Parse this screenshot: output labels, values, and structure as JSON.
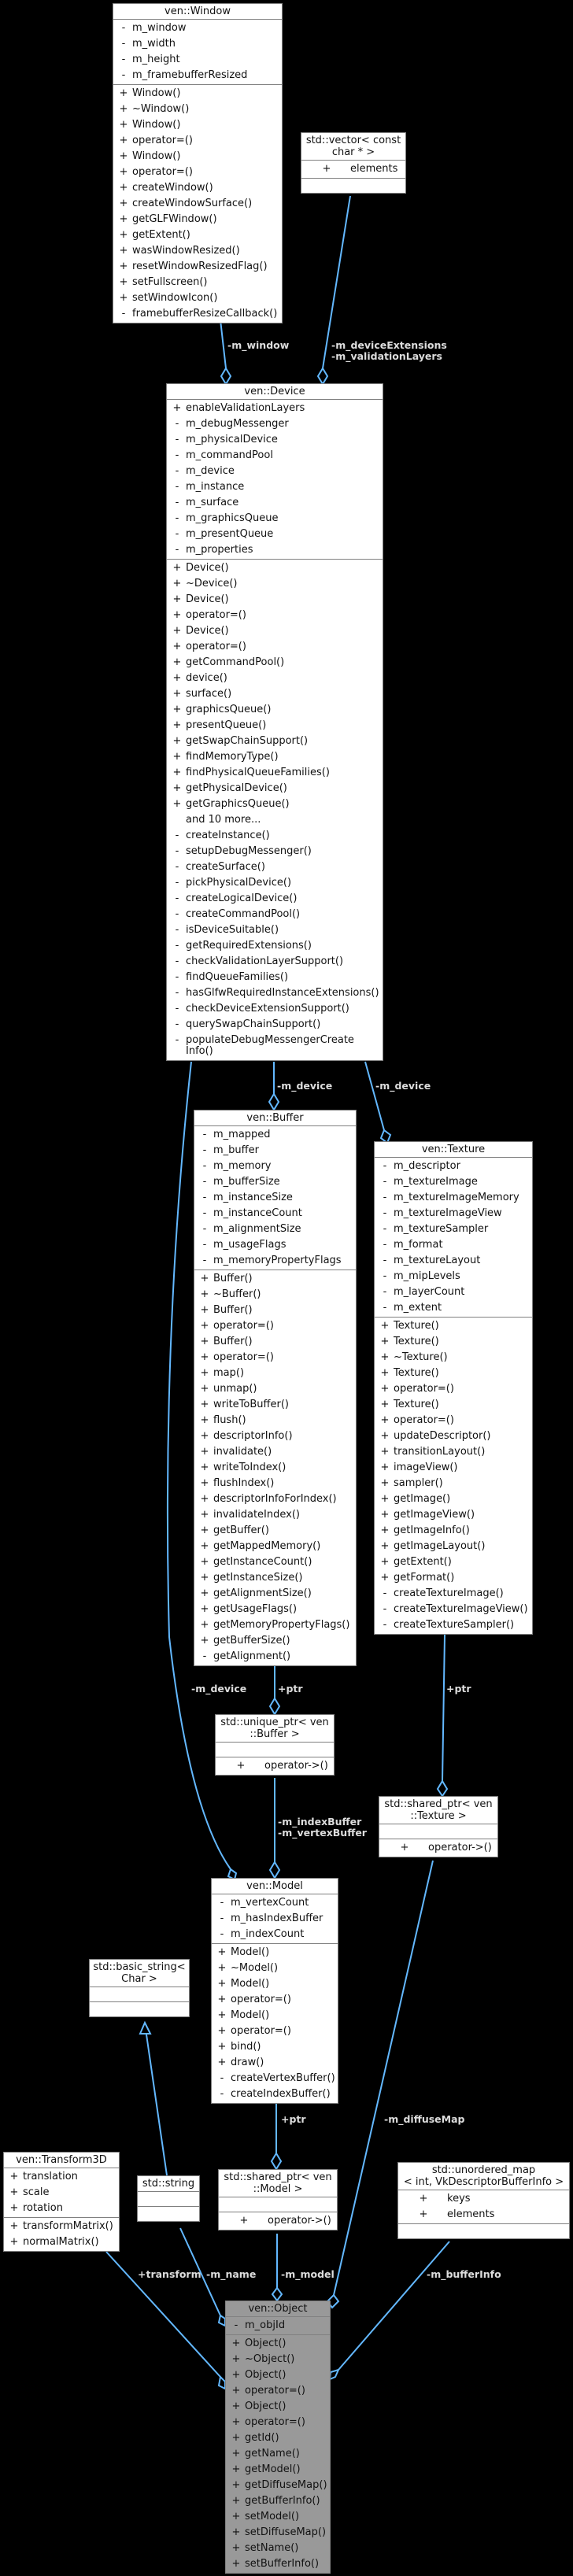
{
  "diagram": {
    "type": "collaboration",
    "edge_color": "#63b8ff",
    "focus_class": "ven::Object",
    "focus_fill": "#999999"
  },
  "classes": {
    "window": {
      "title": "ven::Window",
      "attributes": [
        {
          "vis": "-",
          "name": "m_window"
        },
        {
          "vis": "-",
          "name": "m_width"
        },
        {
          "vis": "-",
          "name": "m_height"
        },
        {
          "vis": "-",
          "name": "m_framebufferResized"
        }
      ],
      "methods": [
        {
          "vis": "+",
          "name": "Window()"
        },
        {
          "vis": "+",
          "name": "~Window()"
        },
        {
          "vis": "+",
          "name": "Window()"
        },
        {
          "vis": "+",
          "name": "operator=()"
        },
        {
          "vis": "+",
          "name": "Window()"
        },
        {
          "vis": "+",
          "name": "operator=()"
        },
        {
          "vis": "+",
          "name": "createWindow()"
        },
        {
          "vis": "+",
          "name": "createWindowSurface()"
        },
        {
          "vis": "+",
          "name": "getGLFWindow()"
        },
        {
          "vis": "+",
          "name": "getExtent()"
        },
        {
          "vis": "+",
          "name": "wasWindowResized()"
        },
        {
          "vis": "+",
          "name": "resetWindowResizedFlag()"
        },
        {
          "vis": "+",
          "name": "setFullscreen()"
        },
        {
          "vis": "+",
          "name": "setWindowIcon()"
        },
        {
          "vis": "-",
          "name": "framebufferResizeCallback()"
        }
      ]
    },
    "vector": {
      "title": "std::vector< const\nchar * >",
      "attributes": [
        {
          "vis": "+",
          "name": "elements"
        }
      ],
      "methods": []
    },
    "device": {
      "title": "ven::Device",
      "attributes": [
        {
          "vis": "+",
          "name": "enableValidationLayers"
        },
        {
          "vis": "-",
          "name": "m_debugMessenger"
        },
        {
          "vis": "-",
          "name": "m_physicalDevice"
        },
        {
          "vis": "-",
          "name": "m_commandPool"
        },
        {
          "vis": "-",
          "name": "m_device"
        },
        {
          "vis": "-",
          "name": "m_instance"
        },
        {
          "vis": "-",
          "name": "m_surface"
        },
        {
          "vis": "-",
          "name": "m_graphicsQueue"
        },
        {
          "vis": "-",
          "name": "m_presentQueue"
        },
        {
          "vis": "-",
          "name": "m_properties"
        }
      ],
      "methods": [
        {
          "vis": "+",
          "name": "Device()"
        },
        {
          "vis": "+",
          "name": "~Device()"
        },
        {
          "vis": "+",
          "name": "Device()"
        },
        {
          "vis": "+",
          "name": "operator=()"
        },
        {
          "vis": "+",
          "name": "Device()"
        },
        {
          "vis": "+",
          "name": "operator=()"
        },
        {
          "vis": "+",
          "name": "getCommandPool()"
        },
        {
          "vis": "+",
          "name": "device()"
        },
        {
          "vis": "+",
          "name": "surface()"
        },
        {
          "vis": "+",
          "name": "graphicsQueue()"
        },
        {
          "vis": "+",
          "name": "presentQueue()"
        },
        {
          "vis": "+",
          "name": "getSwapChainSupport()"
        },
        {
          "vis": "+",
          "name": "findMemoryType()"
        },
        {
          "vis": "+",
          "name": "findPhysicalQueueFamilies()"
        },
        {
          "vis": "+",
          "name": "getPhysicalDevice()"
        },
        {
          "vis": "+",
          "name": "getGraphicsQueue()"
        },
        {
          "vis": "",
          "name": "and 10 more..."
        },
        {
          "vis": "-",
          "name": "createInstance()"
        },
        {
          "vis": "-",
          "name": "setupDebugMessenger()"
        },
        {
          "vis": "-",
          "name": "createSurface()"
        },
        {
          "vis": "-",
          "name": "pickPhysicalDevice()"
        },
        {
          "vis": "-",
          "name": "createLogicalDevice()"
        },
        {
          "vis": "-",
          "name": "createCommandPool()"
        },
        {
          "vis": "-",
          "name": "isDeviceSuitable()"
        },
        {
          "vis": "-",
          "name": "getRequiredExtensions()"
        },
        {
          "vis": "-",
          "name": "checkValidationLayerSupport()"
        },
        {
          "vis": "-",
          "name": "findQueueFamilies()"
        },
        {
          "vis": "-",
          "name": "hasGlfwRequiredInstanceExtensions()"
        },
        {
          "vis": "-",
          "name": "checkDeviceExtensionSupport()"
        },
        {
          "vis": "-",
          "name": "querySwapChainSupport()"
        },
        {
          "vis": "-",
          "name": "populateDebugMessengerCreate\nInfo()"
        }
      ]
    },
    "buffer": {
      "title": "ven::Buffer",
      "attributes": [
        {
          "vis": "-",
          "name": "m_mapped"
        },
        {
          "vis": "-",
          "name": "m_buffer"
        },
        {
          "vis": "-",
          "name": "m_memory"
        },
        {
          "vis": "-",
          "name": "m_bufferSize"
        },
        {
          "vis": "-",
          "name": "m_instanceSize"
        },
        {
          "vis": "-",
          "name": "m_instanceCount"
        },
        {
          "vis": "-",
          "name": "m_alignmentSize"
        },
        {
          "vis": "-",
          "name": "m_usageFlags"
        },
        {
          "vis": "-",
          "name": "m_memoryPropertyFlags"
        }
      ],
      "methods": [
        {
          "vis": "+",
          "name": "Buffer()"
        },
        {
          "vis": "+",
          "name": "~Buffer()"
        },
        {
          "vis": "+",
          "name": "Buffer()"
        },
        {
          "vis": "+",
          "name": "operator=()"
        },
        {
          "vis": "+",
          "name": "Buffer()"
        },
        {
          "vis": "+",
          "name": "operator=()"
        },
        {
          "vis": "+",
          "name": "map()"
        },
        {
          "vis": "+",
          "name": "unmap()"
        },
        {
          "vis": "+",
          "name": "writeToBuffer()"
        },
        {
          "vis": "+",
          "name": "flush()"
        },
        {
          "vis": "+",
          "name": "descriptorInfo()"
        },
        {
          "vis": "+",
          "name": "invalidate()"
        },
        {
          "vis": "+",
          "name": "writeToIndex()"
        },
        {
          "vis": "+",
          "name": "flushIndex()"
        },
        {
          "vis": "+",
          "name": "descriptorInfoForIndex()"
        },
        {
          "vis": "+",
          "name": "invalidateIndex()"
        },
        {
          "vis": "+",
          "name": "getBuffer()"
        },
        {
          "vis": "+",
          "name": "getMappedMemory()"
        },
        {
          "vis": "+",
          "name": "getInstanceCount()"
        },
        {
          "vis": "+",
          "name": "getInstanceSize()"
        },
        {
          "vis": "+",
          "name": "getAlignmentSize()"
        },
        {
          "vis": "+",
          "name": "getUsageFlags()"
        },
        {
          "vis": "+",
          "name": "getMemoryPropertyFlags()"
        },
        {
          "vis": "+",
          "name": "getBufferSize()"
        },
        {
          "vis": "-",
          "name": "getAlignment()"
        }
      ]
    },
    "texture": {
      "title": "ven::Texture",
      "attributes": [
        {
          "vis": "-",
          "name": "m_descriptor"
        },
        {
          "vis": "-",
          "name": "m_textureImage"
        },
        {
          "vis": "-",
          "name": "m_textureImageMemory"
        },
        {
          "vis": "-",
          "name": "m_textureImageView"
        },
        {
          "vis": "-",
          "name": "m_textureSampler"
        },
        {
          "vis": "-",
          "name": "m_format"
        },
        {
          "vis": "-",
          "name": "m_textureLayout"
        },
        {
          "vis": "-",
          "name": "m_mipLevels"
        },
        {
          "vis": "-",
          "name": "m_layerCount"
        },
        {
          "vis": "-",
          "name": "m_extent"
        }
      ],
      "methods": [
        {
          "vis": "+",
          "name": "Texture()"
        },
        {
          "vis": "+",
          "name": "Texture()"
        },
        {
          "vis": "+",
          "name": "~Texture()"
        },
        {
          "vis": "+",
          "name": "Texture()"
        },
        {
          "vis": "+",
          "name": "operator=()"
        },
        {
          "vis": "+",
          "name": "Texture()"
        },
        {
          "vis": "+",
          "name": "operator=()"
        },
        {
          "vis": "+",
          "name": "updateDescriptor()"
        },
        {
          "vis": "+",
          "name": "transitionLayout()"
        },
        {
          "vis": "+",
          "name": "imageView()"
        },
        {
          "vis": "+",
          "name": "sampler()"
        },
        {
          "vis": "+",
          "name": "getImage()"
        },
        {
          "vis": "+",
          "name": "getImageView()"
        },
        {
          "vis": "+",
          "name": "getImageInfo()"
        },
        {
          "vis": "+",
          "name": "getImageLayout()"
        },
        {
          "vis": "+",
          "name": "getExtent()"
        },
        {
          "vis": "+",
          "name": "getFormat()"
        },
        {
          "vis": "-",
          "name": "createTextureImage()"
        },
        {
          "vis": "-",
          "name": "createTextureImageView()"
        },
        {
          "vis": "-",
          "name": "createTextureSampler()"
        }
      ]
    },
    "unique_ptr_buffer": {
      "title": "std::unique_ptr< ven\n::Buffer >",
      "attributes": [],
      "methods": [
        {
          "vis": "+",
          "name": "operator->()"
        }
      ]
    },
    "shared_ptr_texture": {
      "title": "std::shared_ptr< ven\n::Texture >",
      "attributes": [],
      "methods": [
        {
          "vis": "+",
          "name": "operator->()"
        }
      ]
    },
    "model": {
      "title": "ven::Model",
      "attributes": [
        {
          "vis": "-",
          "name": "m_vertexCount"
        },
        {
          "vis": "-",
          "name": "m_hasIndexBuffer"
        },
        {
          "vis": "-",
          "name": "m_indexCount"
        }
      ],
      "methods": [
        {
          "vis": "+",
          "name": "Model()"
        },
        {
          "vis": "+",
          "name": "~Model()"
        },
        {
          "vis": "+",
          "name": "Model()"
        },
        {
          "vis": "+",
          "name": "operator=()"
        },
        {
          "vis": "+",
          "name": "Model()"
        },
        {
          "vis": "+",
          "name": "operator=()"
        },
        {
          "vis": "+",
          "name": "bind()"
        },
        {
          "vis": "+",
          "name": "draw()"
        },
        {
          "vis": "-",
          "name": "createVertexBuffer()"
        },
        {
          "vis": "-",
          "name": "createIndexBuffer()"
        }
      ]
    },
    "basic_string": {
      "title": "std::basic_string<\nChar >",
      "attributes": [],
      "methods": []
    },
    "transform3d": {
      "title": "ven::Transform3D",
      "attributes": [
        {
          "vis": "+",
          "name": "translation"
        },
        {
          "vis": "+",
          "name": "scale"
        },
        {
          "vis": "+",
          "name": "rotation"
        }
      ],
      "methods": [
        {
          "vis": "+",
          "name": "transformMatrix()"
        },
        {
          "vis": "+",
          "name": "normalMatrix()"
        }
      ]
    },
    "string": {
      "title": "std::string",
      "attributes": [],
      "methods": []
    },
    "shared_ptr_model": {
      "title": "std::shared_ptr< ven\n::Model >",
      "attributes": [],
      "methods": [
        {
          "vis": "+",
          "name": "operator->()"
        }
      ]
    },
    "unordered_map": {
      "title": "std::unordered_map\n< int, VkDescriptorBufferInfo >",
      "attributes": [
        {
          "vis": "+",
          "name": "keys"
        },
        {
          "vis": "+",
          "name": "elements"
        }
      ],
      "methods": []
    },
    "object": {
      "title": "ven::Object",
      "attributes": [
        {
          "vis": "-",
          "name": "m_objId"
        }
      ],
      "methods": [
        {
          "vis": "+",
          "name": "Object()"
        },
        {
          "vis": "+",
          "name": "~Object()"
        },
        {
          "vis": "+",
          "name": "Object()"
        },
        {
          "vis": "+",
          "name": "operator=()"
        },
        {
          "vis": "+",
          "name": "Object()"
        },
        {
          "vis": "+",
          "name": "operator=()"
        },
        {
          "vis": "+",
          "name": "getId()"
        },
        {
          "vis": "+",
          "name": "getName()"
        },
        {
          "vis": "+",
          "name": "getModel()"
        },
        {
          "vis": "+",
          "name": "getDiffuseMap()"
        },
        {
          "vis": "+",
          "name": "getBufferInfo()"
        },
        {
          "vis": "+",
          "name": "setModel()"
        },
        {
          "vis": "+",
          "name": "setDiffuseMap()"
        },
        {
          "vis": "+",
          "name": "setName()"
        },
        {
          "vis": "+",
          "name": "setBufferInfo()"
        }
      ]
    }
  },
  "edge_labels": {
    "window_device": "-m_window",
    "vector_device": "-m_deviceExtensions\n-m_validationLayers",
    "device_buffer": "-m_device",
    "device_texture": "-m_device",
    "device_model": "-m_device",
    "buffer_uptr": "+ptr",
    "texture_sptr": "+ptr",
    "uptr_model": "-m_indexBuffer\n-m_vertexBuffer",
    "model_sptr": "+ptr",
    "sptr_texture_object": "-m_diffuseMap",
    "transform_object": "+transform",
    "string_object": "-m_name",
    "sptr_model_object": "-m_model",
    "umap_object": "-m_bufferInfo"
  }
}
